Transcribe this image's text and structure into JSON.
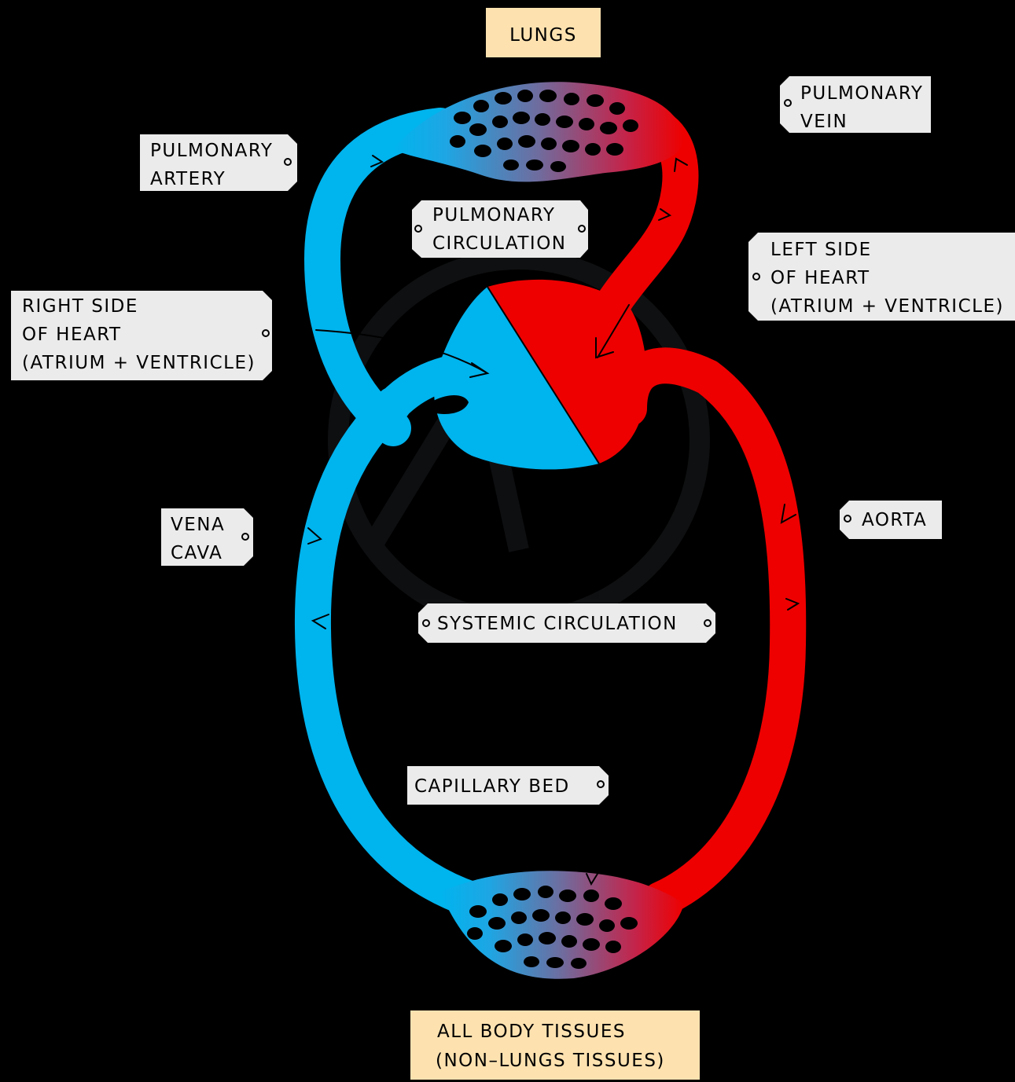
{
  "colors": {
    "background": "#000000",
    "deoxygenated": "#00b4ee",
    "oxygenated": "#ee0000",
    "tag_fill": "#ebebeb",
    "box_fill": "#fde2b0"
  },
  "boxes": {
    "lungs": "LUNGS",
    "tissues_line1": "ALL  BODY  TISSUES",
    "tissues_line2": "(NON–LUNGS  TISSUES)"
  },
  "labels": {
    "pulmonary_artery": [
      "PULMONARY",
      "ARTERY"
    ],
    "pulmonary_vein": [
      "PULMONARY",
      "VEIN"
    ],
    "pulmonary_circulation": [
      "PULMONARY",
      "CIRCULATION"
    ],
    "left_side_heart": [
      "LEFT  SIDE",
      "OF  HEART",
      "(ATRIUM + VENTRICLE)"
    ],
    "right_side_heart": [
      "RIGHT  SIDE",
      "OF  HEART",
      "(ATRIUM + VENTRICLE)"
    ],
    "vena_cava": [
      "VENA",
      "CAVA"
    ],
    "aorta": [
      "AORTA"
    ],
    "systemic_circulation": [
      "SYSTEMIC   CIRCULATION"
    ],
    "capillary_bed": [
      "CAPILLARY   BED"
    ]
  }
}
